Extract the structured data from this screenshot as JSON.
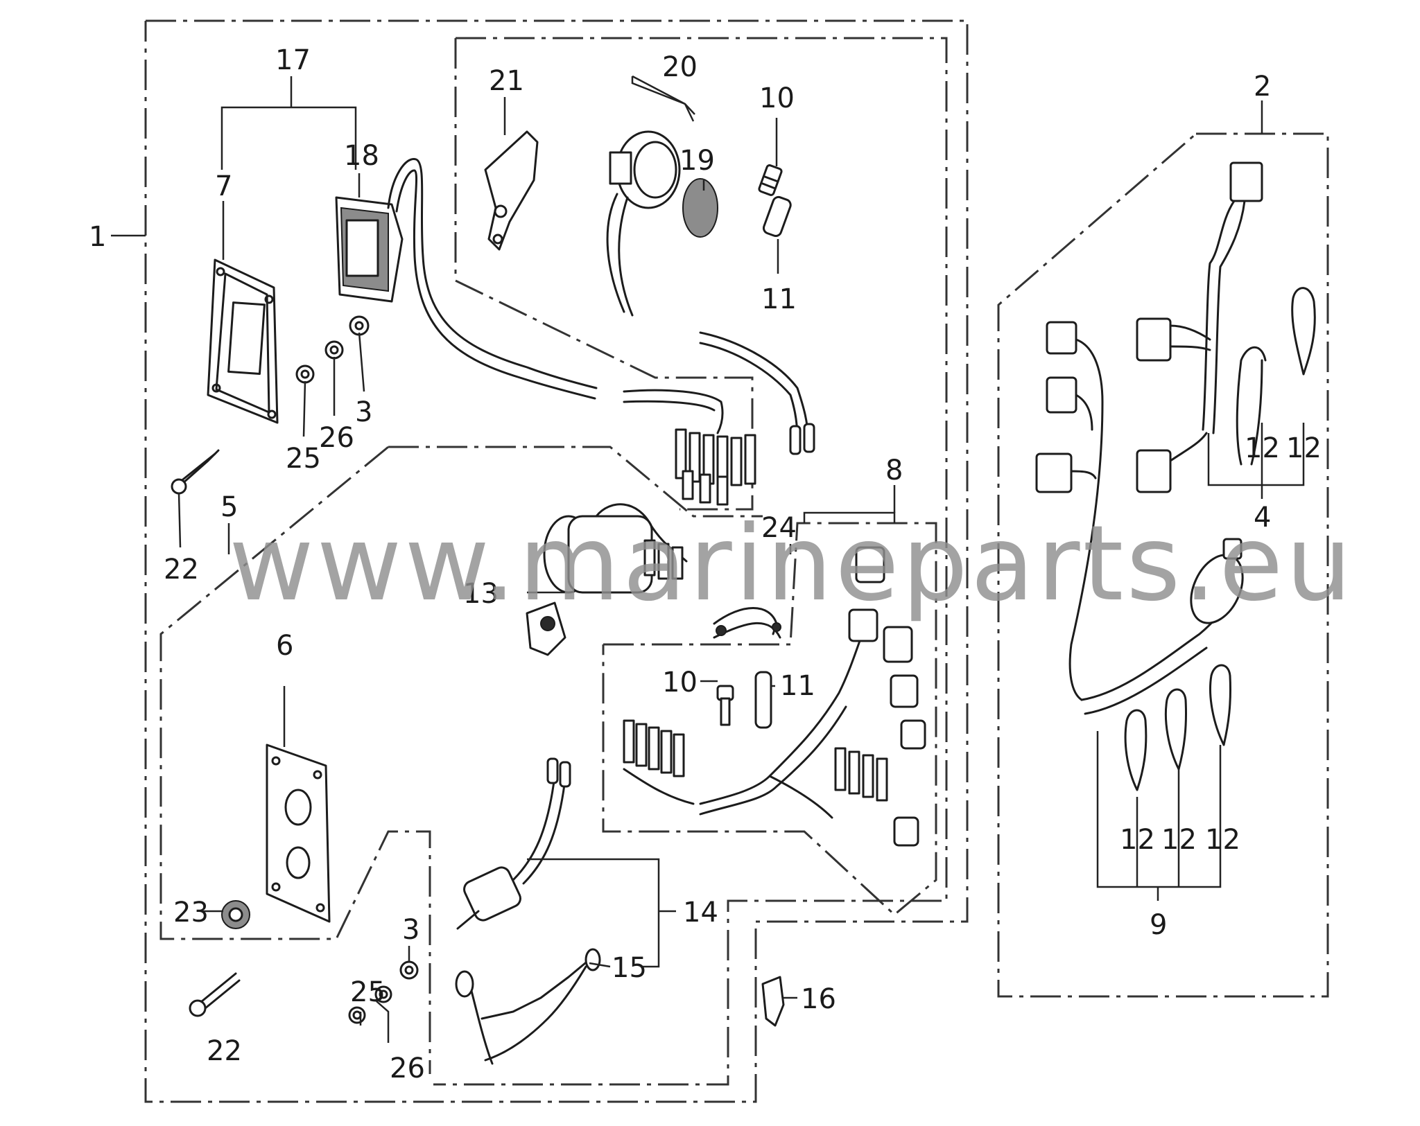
{
  "watermark": "www.marineparts.eu",
  "labels": {
    "l1": "1",
    "l2": "2",
    "l3a": "3",
    "l3b": "3",
    "l4": "4",
    "l5": "5",
    "l6": "6",
    "l7": "7",
    "l8": "8",
    "l9": "9",
    "l10a": "10",
    "l10b": "10",
    "l11a": "11",
    "l11b": "11",
    "l12a": "12",
    "l12b": "12",
    "l12c": "12",
    "l12d": "12",
    "l12e": "12",
    "l13": "13",
    "l14": "14",
    "l15": "15",
    "l16": "16",
    "l17": "17",
    "l18": "18",
    "l19": "19",
    "l20": "20",
    "l21": "21",
    "l22a": "22",
    "l22b": "22",
    "l23": "23",
    "l24": "24",
    "l25a": "25",
    "l25b": "25",
    "l26a": "26",
    "l26b": "26"
  }
}
